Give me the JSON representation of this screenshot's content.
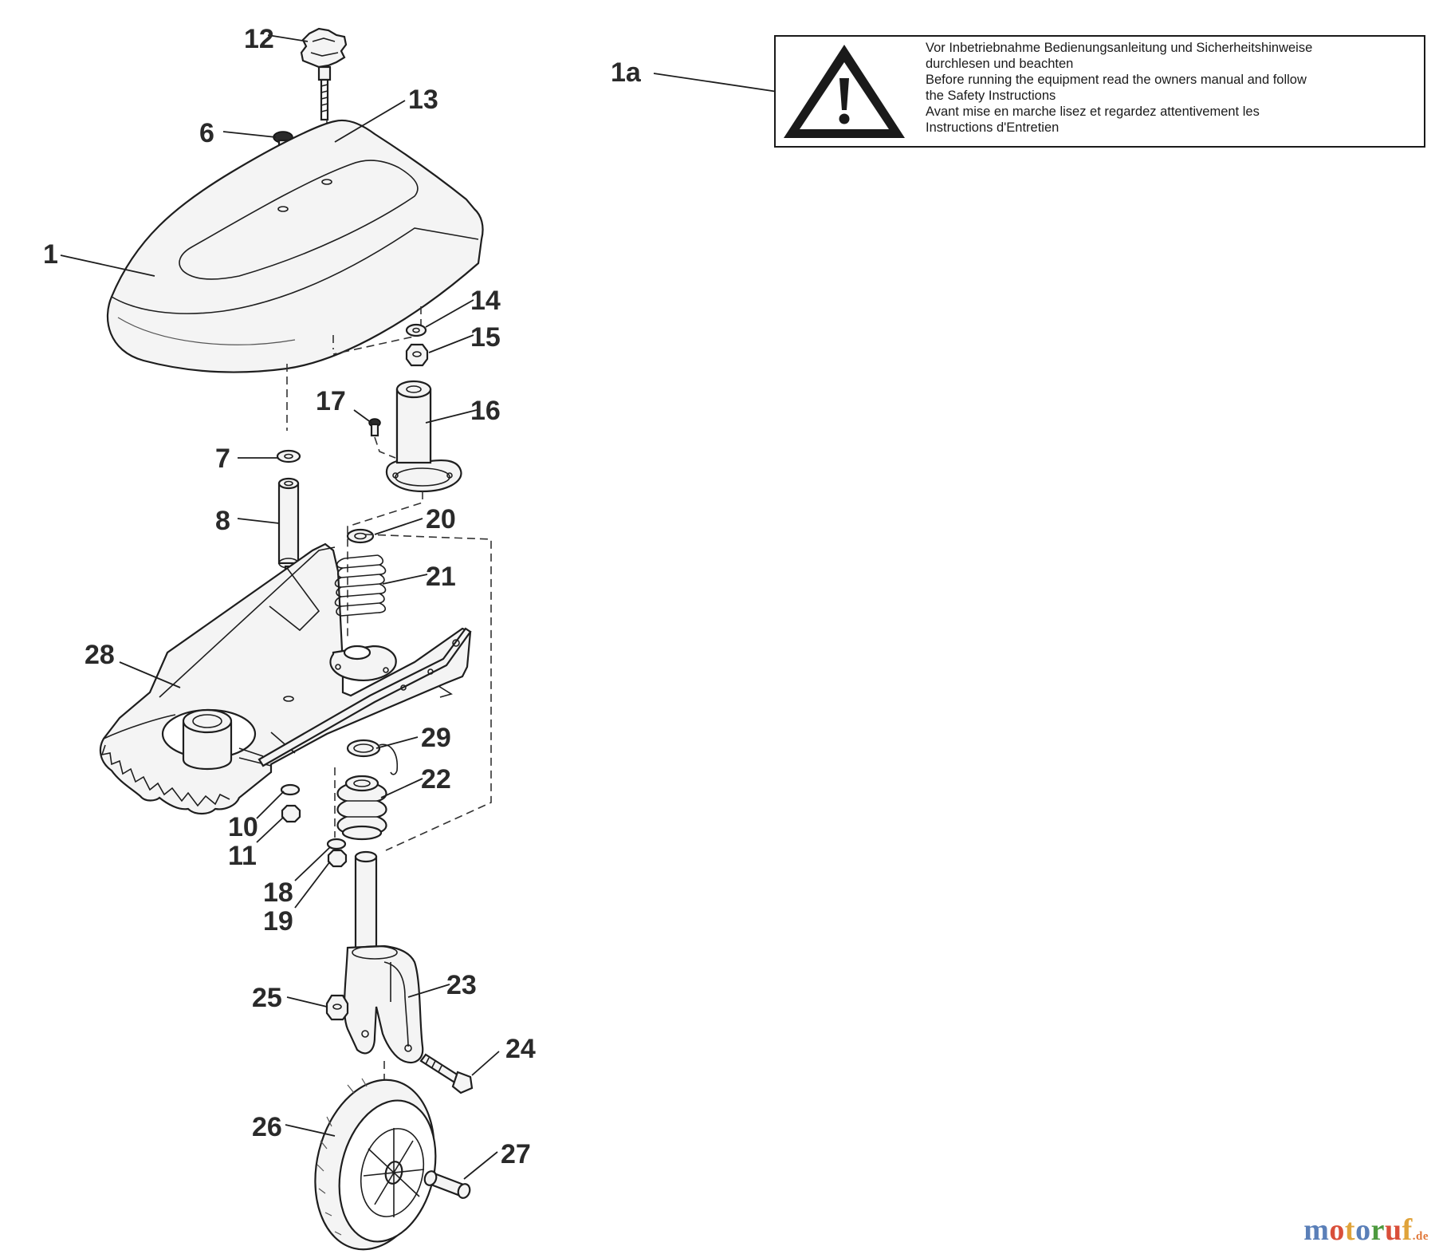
{
  "callouts": {
    "c1": "1",
    "c1a": "1a",
    "c6": "6",
    "c7": "7",
    "c8": "8",
    "c10": "10",
    "c11": "11",
    "c12": "12",
    "c13": "13",
    "c14": "14",
    "c15": "15",
    "c16": "16",
    "c17": "17",
    "c18": "18",
    "c19": "19",
    "c20": "20",
    "c21": "21",
    "c22": "22",
    "c23": "23",
    "c24": "24",
    "c25": "25",
    "c26": "26",
    "c27": "27",
    "c28": "28",
    "c29": "29"
  },
  "warning_label": {
    "icon": "warning-triangle-icon",
    "lines": [
      "Vor Inbetriebnahme Bedienungsanleitung und Sicherheitshinweise",
      "durchlesen und beachten",
      "Before running the equipment read the owners manual and follow",
      "the Safety Instructions",
      "Avant mise en marche lisez et regardez attentivement les",
      "Instructions d'Entretien"
    ]
  },
  "watermark": {
    "letters": [
      "m",
      "o",
      "t",
      "o",
      "r",
      "u",
      "f"
    ],
    "tld": ".de"
  },
  "colors": {
    "line": "#1e1e1e",
    "text": "#2a2a2a",
    "watermark_blue": "#5a7fb8",
    "watermark_green": "#4d9a3f",
    "watermark_orange": "#e0783a"
  }
}
